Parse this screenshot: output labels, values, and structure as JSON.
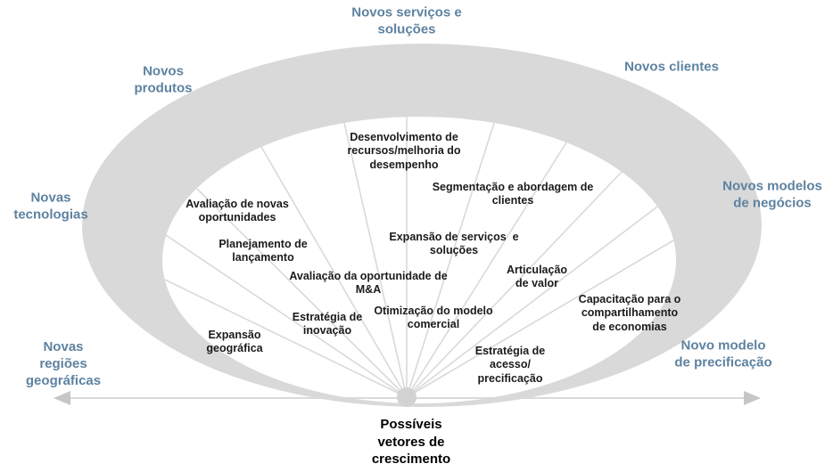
{
  "diagram": {
    "title": "Possíveis\nvetores de\ncrescimento",
    "outer_labels": {
      "top": "Novos serviços e\nsoluções",
      "upper_left": "Novos\nprodutos",
      "upper_right": "Novos clientes",
      "left": "Novas\ntecnologias",
      "right": "Novos modelos\nde negócios",
      "lower_left": "Novas\nregiões\ngeográficas",
      "lower_right": "Novo modelo\nde precificação"
    },
    "inner_labels": {
      "desenvolvimento": "Desenvolvimento de\nrecursos/melhoria do\ndesempenho",
      "segmentacao": "Segmentação e abordagem de\nclientes",
      "avaliacao_novas": "Avaliação de novas\noportunidades",
      "planejamento": "Planejamento de\nlançamento",
      "expansao_servicos": "Expansão de serviços  e\nsoluções",
      "avaliacao_ma": "Avaliação da oportunidade de\nM&A",
      "articulacao": "Articulação\nde valor",
      "otimizacao": "Otimização do modelo\ncomercial",
      "capacitacao": "Capacitação para o\ncompartilhamento\nde economias",
      "estrategia_inovacao": "Estratégia de\ninovação",
      "expansao_geografica": "Expansão\ngeográfica",
      "estrategia_acesso": "Estratégia de\nacesso/\nprecificação"
    },
    "colors": {
      "accent_blue": "#5E82A0",
      "ring_gray": "#d9d9d9",
      "line_gray": "#d9d9d9",
      "hub_gray": "#d2d2d2",
      "arrow_gray": "#c6c6c6",
      "ink": "#1b1b1b"
    }
  }
}
